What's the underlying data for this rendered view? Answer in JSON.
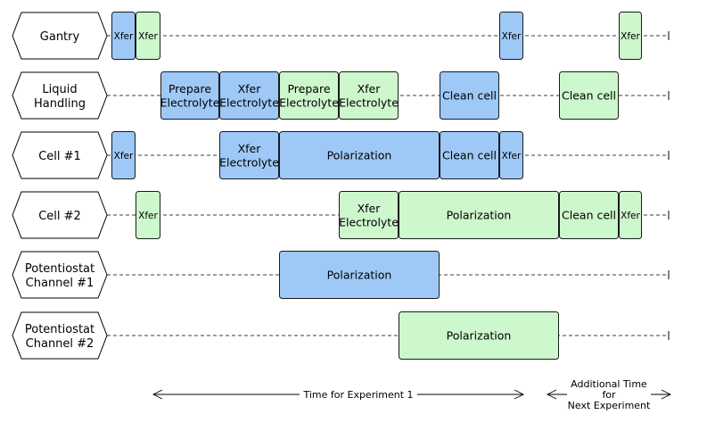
{
  "colors": {
    "blue": "#9ec9f7",
    "green": "#cdf7cd",
    "border": "#1a1a1a"
  },
  "lanes": [
    {
      "label_lines": [
        "Gantry"
      ],
      "tasks": [
        {
          "lines": [
            "Xfer"
          ],
          "color": "blue"
        },
        {
          "lines": [
            "Xfer"
          ],
          "color": "green"
        },
        {
          "lines": [
            "Xfer"
          ],
          "color": "blue"
        },
        {
          "lines": [
            "Xfer"
          ],
          "color": "green"
        }
      ]
    },
    {
      "label_lines": [
        "Liquid",
        "Handling"
      ],
      "tasks": [
        {
          "lines": [
            "Prepare",
            "Electrolyte"
          ],
          "color": "blue"
        },
        {
          "lines": [
            "Xfer",
            "Electrolyte"
          ],
          "color": "blue"
        },
        {
          "lines": [
            "Prepare",
            "Electrolyte"
          ],
          "color": "green"
        },
        {
          "lines": [
            "Xfer",
            "Electrolyte"
          ],
          "color": "green"
        },
        {
          "lines": [
            "Clean cell"
          ],
          "color": "blue"
        },
        {
          "lines": [
            "Clean cell"
          ],
          "color": "green"
        }
      ]
    },
    {
      "label_lines": [
        "Cell #1"
      ],
      "tasks": [
        {
          "lines": [
            "Xfer"
          ],
          "color": "blue"
        },
        {
          "lines": [
            "Xfer",
            "Electrolyte"
          ],
          "color": "blue"
        },
        {
          "lines": [
            "Polarization"
          ],
          "color": "blue"
        },
        {
          "lines": [
            "Clean cell"
          ],
          "color": "blue"
        },
        {
          "lines": [
            "Xfer"
          ],
          "color": "blue"
        }
      ]
    },
    {
      "label_lines": [
        "Cell #2"
      ],
      "tasks": [
        {
          "lines": [
            "Xfer"
          ],
          "color": "green"
        },
        {
          "lines": [
            "Xfer",
            "Electrolyte"
          ],
          "color": "green"
        },
        {
          "lines": [
            "Polarization"
          ],
          "color": "green"
        },
        {
          "lines": [
            "Clean cell"
          ],
          "color": "green"
        },
        {
          "lines": [
            "Xfer"
          ],
          "color": "green"
        }
      ]
    },
    {
      "label_lines": [
        "Potentiostat",
        "Channel #1"
      ],
      "tasks": [
        {
          "lines": [
            "Polarization"
          ],
          "color": "blue"
        }
      ]
    },
    {
      "label_lines": [
        "Potentiostat",
        "Channel #2"
      ],
      "tasks": [
        {
          "lines": [
            "Polarization"
          ],
          "color": "green"
        }
      ]
    }
  ],
  "timeline": {
    "experiment1_label": "Time for Experiment 1",
    "additional_label_lines": [
      "Additional Time",
      "for",
      "Next Experiment"
    ]
  }
}
